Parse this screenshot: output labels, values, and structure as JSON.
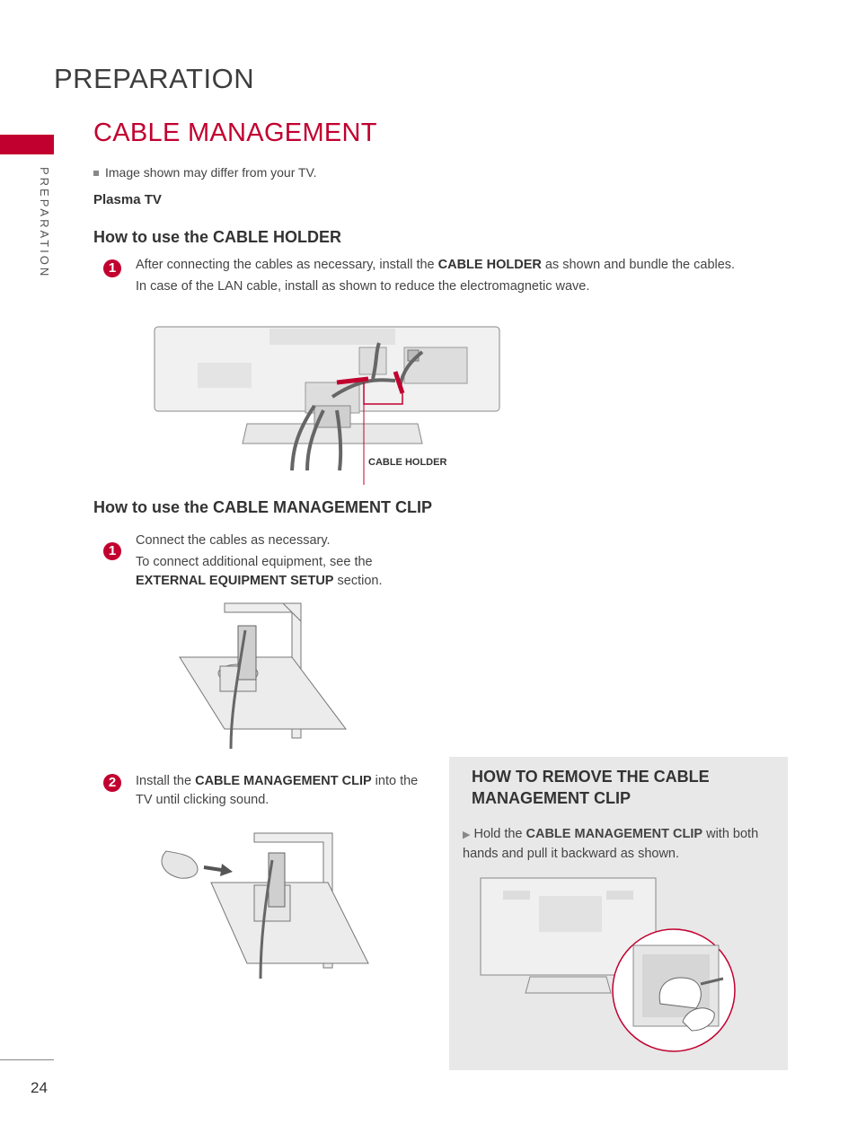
{
  "header": {
    "title": "PREPARATION",
    "side_label": "PREPARATION"
  },
  "section": {
    "title": "CABLE MANAGEMENT"
  },
  "note": "Image shown may differ from your TV.",
  "model": "Plasma TV",
  "holder": {
    "heading": "How to use the CABLE HOLDER",
    "step_number": "1",
    "line1_before": "After connecting the cables as necessary, install the ",
    "line1_bold": "CABLE HOLDER",
    "line1_after": " as shown and bundle the cables.",
    "line2": "In case of the LAN cable, install as shown to reduce the electromagnetic wave.",
    "caption": "CABLE HOLDER"
  },
  "clip": {
    "heading": "How to use the CABLE MANAGEMENT CLIP",
    "step1_number": "1",
    "step1_line1": "Connect the cables as necessary.",
    "step1_line2_before": "To connect additional equipment, see the ",
    "step1_line2_bold": "EXTERNAL EQUIPMENT SETUP",
    "step1_line2_after": " section.",
    "step2_number": "2",
    "step2_before": "Install the ",
    "step2_bold": "CABLE MANAGEMENT CLIP",
    "step2_after": " into the TV until clicking sound."
  },
  "remove": {
    "title": "HOW TO REMOVE THE CABLE MANAGEMENT CLIP",
    "text_before": "Hold the ",
    "text_bold": "CABLE MANAGEMENT CLIP",
    "text_after": " with both hands and pull it backward as shown."
  },
  "page_number": "24",
  "colors": {
    "accent": "#c2002f",
    "box_bg": "#e8e8e8"
  }
}
